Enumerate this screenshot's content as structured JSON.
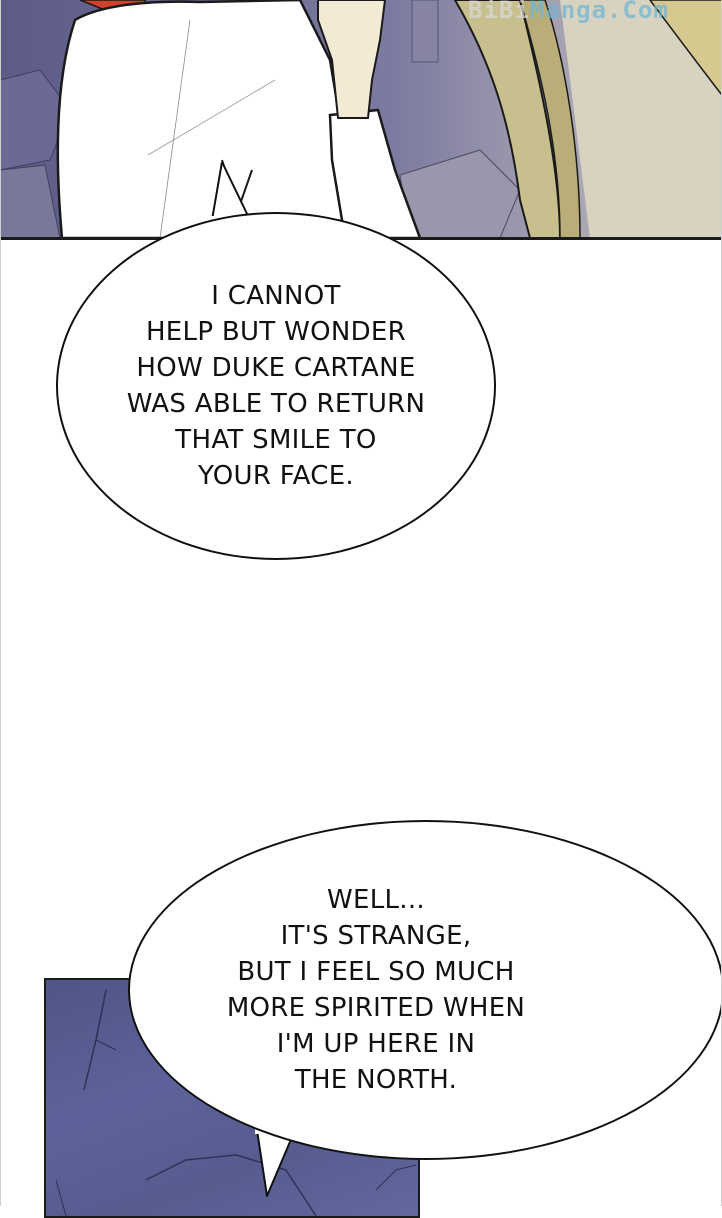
{
  "watermark": {
    "part1": "BiBi",
    "part2": "Manga.Com"
  },
  "panels": [
    {
      "id": "top-panel",
      "description": "Illustrated scene: character in white coat with red hair, hand raised, blonde-haired character at right, bluish-purple night background"
    },
    {
      "id": "bottom-panel",
      "description": "Dark blue stone/rock textured background"
    }
  ],
  "bubbles": [
    {
      "id": "bubble-1",
      "lines": [
        "I CANNOT",
        "HELP BUT WONDER",
        "HOW DUKE CARTANE",
        "WAS ABLE TO RETURN",
        "THAT SMILE TO",
        "YOUR FACE."
      ]
    },
    {
      "id": "bubble-2",
      "lines": [
        "WELL...",
        "IT'S STRANGE,",
        "BUT I FEEL SO MUCH",
        "MORE SPIRITED WHEN",
        "I'M UP HERE IN",
        "THE NORTH."
      ]
    }
  ],
  "colors": {
    "panel_top_bg": "#6b6b94",
    "panel_bottom_bg": "#545a8a",
    "coat": "#ffffff",
    "hair_red": "#d0402a",
    "hair_blonde": "#c8bf8e",
    "skin": "#f3ead6",
    "watermark_blue": "#6fb6d6"
  }
}
